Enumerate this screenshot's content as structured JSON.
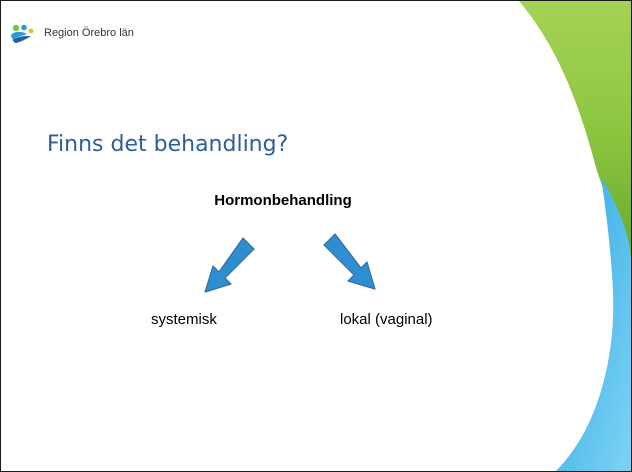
{
  "header": {
    "org_name": "Region Örebro län",
    "logo_icon": "region-orebro-logo-icon"
  },
  "slide": {
    "title": "Finns det behandling?",
    "diagram": {
      "root": "Hormonbehandling",
      "branches": [
        "systemisk",
        "lokal (vaginal)"
      ]
    }
  },
  "colors": {
    "title": "#2d5f9a",
    "arrow": "#2e8fd0",
    "arrow_outline": "#3a6d9e",
    "swoosh_green": "#8cc63f",
    "swoosh_blue": "#3fb6e8"
  }
}
